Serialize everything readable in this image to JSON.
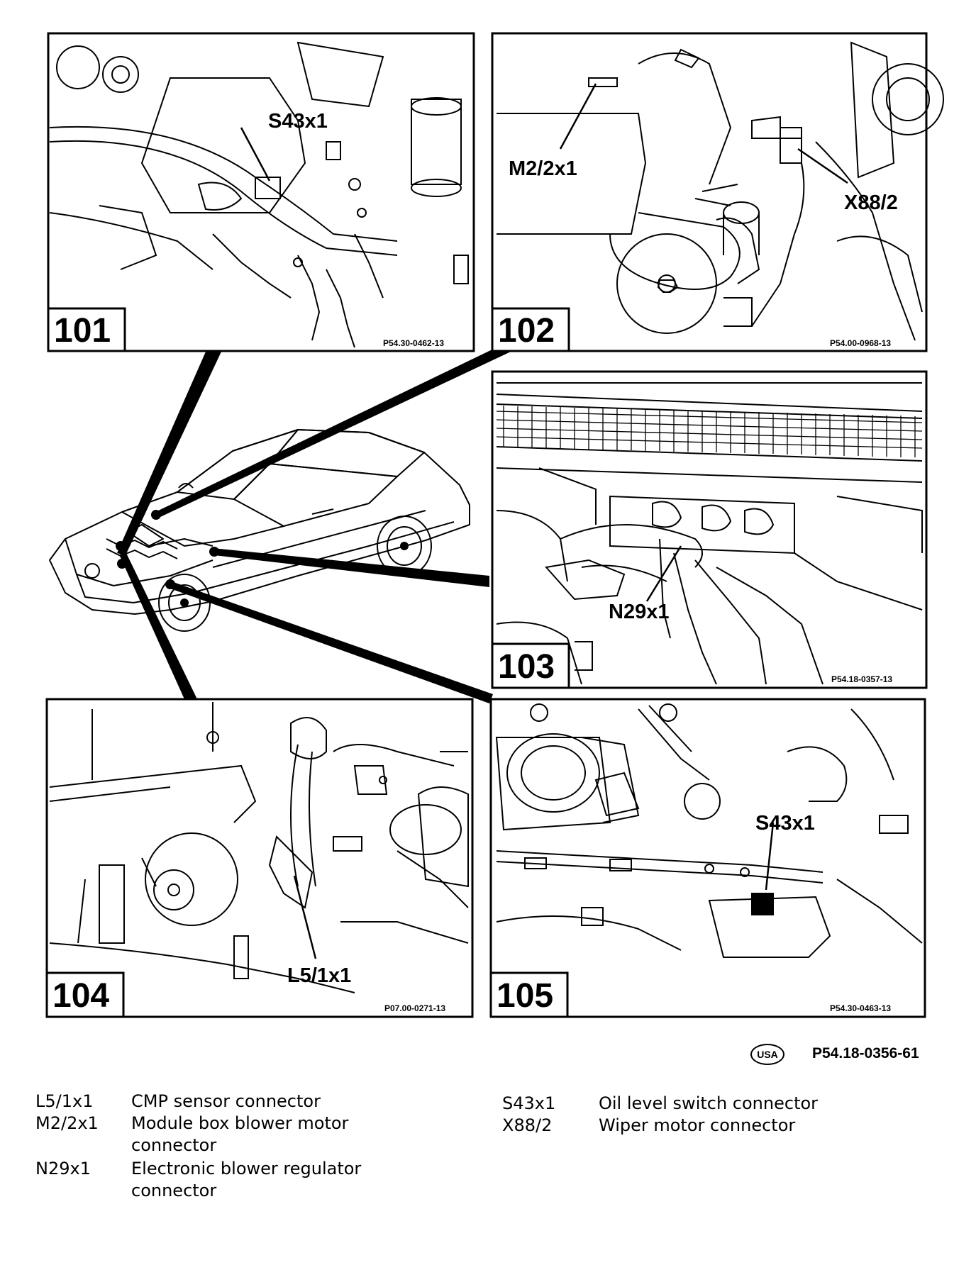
{
  "panels": [
    {
      "number": "101",
      "callouts": [
        "S43x1"
      ],
      "ref": "P54.30-0462-13"
    },
    {
      "number": "102",
      "callouts": [
        "M2/2x1",
        "X88/2"
      ],
      "ref": "P54.00-0968-13"
    },
    {
      "number": "103",
      "callouts": [
        "N29x1"
      ],
      "ref": "P54.18-0357-13"
    },
    {
      "number": "104",
      "callouts": [
        "L5/1x1"
      ],
      "ref": "P07.00-0271-13"
    },
    {
      "number": "105",
      "callouts": [
        "S43x1"
      ],
      "ref": "P54.30-0463-13"
    }
  ],
  "footer": {
    "region_badge": "USA",
    "sheet_ref": "P54.18-0356-61"
  },
  "legend": {
    "left": [
      {
        "code": "L5/1x1",
        "desc": [
          "CMP sensor connector"
        ]
      },
      {
        "code": "M2/2x1",
        "desc": [
          "Module box blower motor",
          "connector"
        ]
      },
      {
        "code": "N29x1",
        "desc": [
          "Electronic blower regulator",
          "connector"
        ]
      }
    ],
    "right": [
      {
        "code": "S43x1",
        "desc": [
          "Oil level switch connector"
        ]
      },
      {
        "code": "X88/2",
        "desc": [
          "Wiper motor connector"
        ]
      }
    ]
  }
}
